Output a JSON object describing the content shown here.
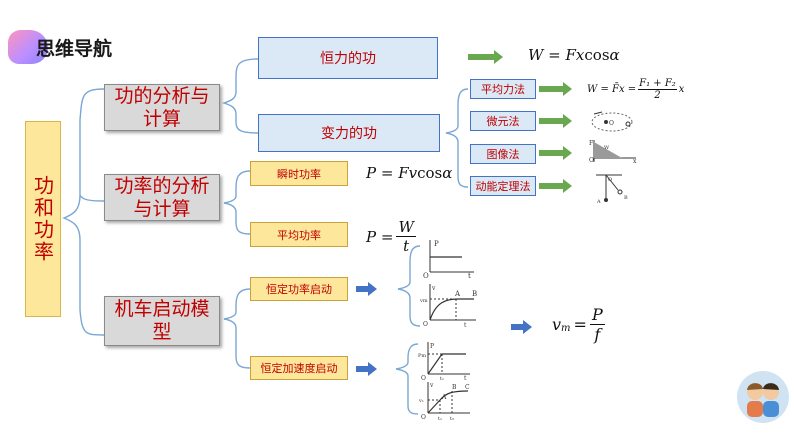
{
  "header": {
    "title": "思维导航"
  },
  "root": {
    "label": "功和功率"
  },
  "categories": {
    "work_analysis": "功的分析与计算",
    "power_analysis": "功率的分析与计算",
    "vehicle_start": "机车启动模型"
  },
  "work": {
    "constant_force": "恒力的功",
    "variable_force": "变力的功",
    "methods": [
      "平均力法",
      "微元法",
      "图像法",
      "动能定理法"
    ]
  },
  "power": {
    "instant": "瞬时功率",
    "average": "平均功率"
  },
  "vehicle": {
    "constant_power": "恒定功率启动",
    "constant_accel": "恒定加速度启动"
  },
  "formulas": {
    "constant_work_lhs": "W = Fx",
    "constant_work_cos": "cos",
    "constant_work_angle": "α",
    "avg_force_lhs": "W = F̄x =",
    "avg_force_num": "F₁ + F₂",
    "avg_force_den": "2",
    "avg_force_x": "x",
    "instant_power_lhs": "P = Fv",
    "instant_power_cos": "cos",
    "instant_power_angle": "α",
    "avg_power_lhs": "P =",
    "avg_power_num": "W",
    "avg_power_den": "t",
    "vm_lhs": "v",
    "vm_sub": "m",
    "vm_eq": "=",
    "vm_num": "P",
    "vm_den": "f"
  },
  "graphs": {
    "graph1": {
      "y_label": "P",
      "origin": "O",
      "x_label": "t"
    },
    "graph2": {
      "y_label": "v",
      "vm_label": "vm",
      "point_a": "A",
      "point_b": "B",
      "origin": "O",
      "x_label": "t"
    },
    "graph3": {
      "y_label": "P",
      "pm_label": "Pm",
      "origin": "O",
      "t1_label": "t₁",
      "x_label": "t"
    },
    "graph4": {
      "y_label": "v",
      "v1_label": "v₁",
      "point_a": "A",
      "point_b": "B",
      "point_c": "C",
      "origin": "O",
      "t1_label": "t₁",
      "t2_label": "t₂"
    }
  },
  "method_icons": {
    "micro_o": "O",
    "graph_f": "F",
    "graph_o": "O",
    "graph_x": "x",
    "graph_w": "W",
    "kinetic_a": "A",
    "kinetic_b": "B",
    "kinetic_o": "O"
  },
  "colors": {
    "label_red": "#c00000",
    "arrow_green": "#6aa84f",
    "arrow_blue": "#4472c4",
    "root_yellow": "#fde79a",
    "cat_gray": "#d9d9d9",
    "box_blue": "#dbe9f7"
  }
}
